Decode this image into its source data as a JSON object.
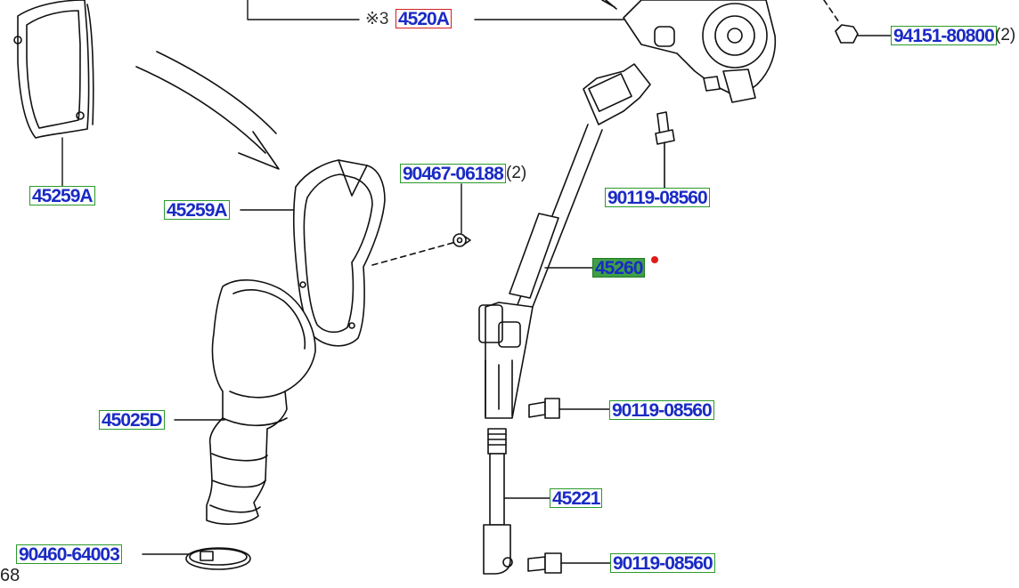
{
  "diagram": {
    "callouts": [
      {
        "id": "c1",
        "label": "4520A",
        "prefix": "※3",
        "style": "red"
      },
      {
        "id": "c2",
        "label": "94151-80800",
        "qty": "(2)",
        "style": "green"
      },
      {
        "id": "c3",
        "label": "45259A",
        "style": "green"
      },
      {
        "id": "c4",
        "label": "45259A",
        "style": "green"
      },
      {
        "id": "c5",
        "label": "90467-06188",
        "qty": "(2)",
        "style": "green"
      },
      {
        "id": "c6",
        "label": "90119-08560",
        "style": "green"
      },
      {
        "id": "c7",
        "label": "45260",
        "style": "selected"
      },
      {
        "id": "c8",
        "label": "45025D",
        "style": "green"
      },
      {
        "id": "c9",
        "label": "90119-08560",
        "style": "green"
      },
      {
        "id": "c10",
        "label": "45221",
        "style": "green"
      },
      {
        "id": "c11",
        "label": "90460-64003",
        "style": "green"
      },
      {
        "id": "c12",
        "label": "90119-08560",
        "style": "green"
      }
    ],
    "corner_text": "68",
    "colors": {
      "label_text": "#1a2bc4",
      "label_border": "#2a9a2a",
      "selected_fill": "#3f9e48",
      "highlight_border": "#d21e1e",
      "marker": "#e01a1a"
    }
  }
}
